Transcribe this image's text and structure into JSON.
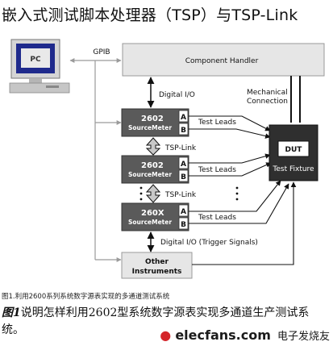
{
  "title": "嵌入式测试脚本处理器（TSP）与TSP-Link",
  "diagram": {
    "pc_label": "PC",
    "gpib_label": "GPIB",
    "component_handler_label": "Component Handler",
    "digital_io_label": "Digital I/O",
    "mechanical_connection_label": [
      "Mechanical",
      "Connection"
    ],
    "sourcemeters": [
      {
        "model": "2602",
        "name": "SourceMeter",
        "channel_a": "A",
        "channel_b": "B"
      },
      {
        "model": "2602",
        "name": "SourceMeter",
        "channel_a": "A",
        "channel_b": "B"
      },
      {
        "model": "260X",
        "name": "SourceMeter",
        "channel_a": "A",
        "channel_b": "B"
      }
    ],
    "tsp_link_label": "TSP-Link",
    "test_leads_label": "Test Leads",
    "dut_label": "DUT",
    "test_fixture_label": "Test Fixture",
    "digital_io_trigger_label": "Digital I/O (Trigger Signals)",
    "other_instruments_label": [
      "Other",
      "Instruments"
    ],
    "colors": {
      "instrument_dark": "#5a5a5a",
      "handler_fill": "#e6e6e6",
      "dut_fill": "#333333",
      "pc_screen": "#1f2a8c",
      "pc_body": "#c9c9c9",
      "link_arrow": "#c0c0c0"
    }
  },
  "caption": "图1.利用2600系列系统数字源表实现的多通道测试系统",
  "paragraph": {
    "fig_ref": "图1",
    "text": "说明怎样利用2602型系统数字源表实现多通道生产测试系统。"
  },
  "watermark": {
    "site": "elecfans.com",
    "cn": "电子发烧友"
  }
}
